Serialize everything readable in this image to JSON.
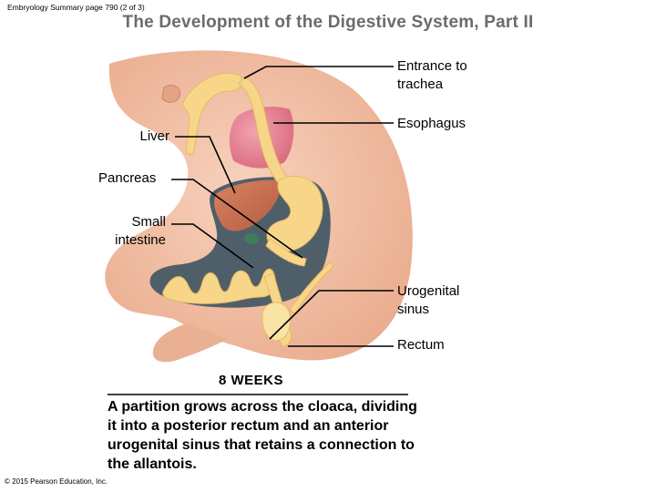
{
  "header": {
    "note": "Embryology Summary page 790 (2 of 3)",
    "title": "The Development of the Digestive System, Part II"
  },
  "labels": {
    "entrance_to_trachea": [
      "Entrance to",
      "trachea"
    ],
    "esophagus": "Esophagus",
    "liver": "Liver",
    "pancreas": "Pancreas",
    "small_intestine": [
      "Small",
      "intestine"
    ],
    "urogenital_sinus": [
      "Urogenital",
      "sinus"
    ],
    "rectum": "Rectum"
  },
  "stage": "8 WEEKS",
  "caption": {
    "part1": "A partition grows across the cloaca, dividing it into a posterior rectum and an anterior ",
    "highlight": "urogenital sinus",
    "part2": " that retains a connection to the allantois."
  },
  "footer": {
    "copyright": "© 2015 Pearson Education, Inc."
  },
  "colors": {
    "embryo_skin": "#f2bfa4",
    "gut_tube": "#f7d68a",
    "liver": "#c7704f",
    "heart": "#e07b8c",
    "body_cavity": "#4f5f6a",
    "gallbladder": "#3f7d5e",
    "title_gray": "#6b6b6b"
  }
}
